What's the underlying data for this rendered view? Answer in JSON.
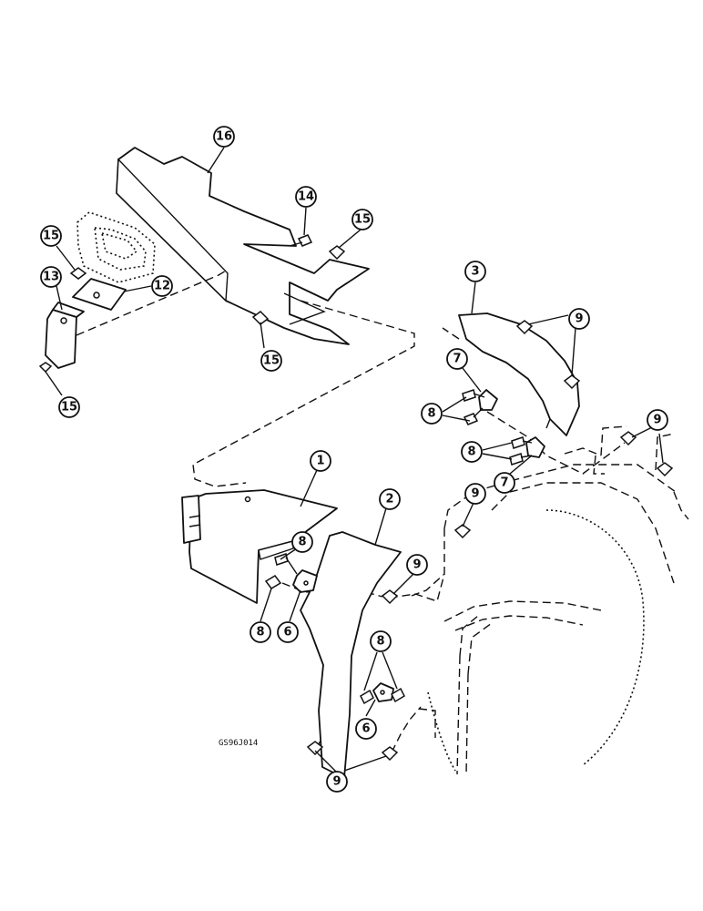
{
  "callouts": [
    {
      "id": "c16",
      "label": "16"
    },
    {
      "id": "c14",
      "label": "14"
    },
    {
      "id": "c15a",
      "label": "15"
    },
    {
      "id": "c15b",
      "label": "15"
    },
    {
      "id": "c15c",
      "label": "15"
    },
    {
      "id": "c15d",
      "label": "15"
    },
    {
      "id": "c13",
      "label": "13"
    },
    {
      "id": "c12",
      "label": "12"
    },
    {
      "id": "c3",
      "label": "3"
    },
    {
      "id": "c9a",
      "label": "9"
    },
    {
      "id": "c7a",
      "label": "7"
    },
    {
      "id": "c8a",
      "label": "8"
    },
    {
      "id": "c9b",
      "label": "9"
    },
    {
      "id": "c8b",
      "label": "8"
    },
    {
      "id": "c7b",
      "label": "7"
    },
    {
      "id": "c1",
      "label": "1"
    },
    {
      "id": "c2",
      "label": "2"
    },
    {
      "id": "c9c",
      "label": "9"
    },
    {
      "id": "c8c",
      "label": "8"
    },
    {
      "id": "c9d",
      "label": "9"
    },
    {
      "id": "c8d",
      "label": "8"
    },
    {
      "id": "c6a",
      "label": "6"
    },
    {
      "id": "c8e",
      "label": "8"
    },
    {
      "id": "c6b",
      "label": "6"
    },
    {
      "id": "c9e",
      "label": "9"
    }
  ],
  "reference_code": "GS96J014"
}
